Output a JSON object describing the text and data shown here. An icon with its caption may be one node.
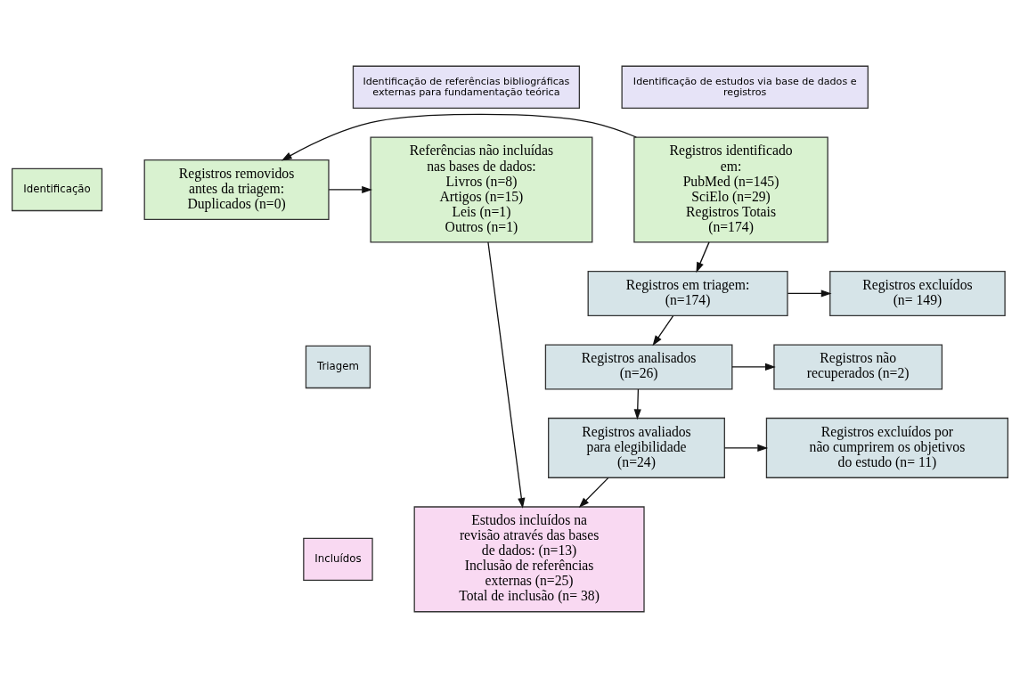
{
  "diagram": {
    "nodes": [
      {
        "text": [
          "Identificação de estudos via base de dados e registros"
        ]
      },
      {
        "text": [
          "Identificação de referências bibliográficas externas para fundamentação teórica"
        ]
      },
      {
        "text": [
          "Identificação"
        ]
      },
      {
        "text": [
          "Triagem"
        ]
      },
      {
        "text": [
          "Incluídos"
        ]
      },
      {
        "text": [
          "Registros identificado em:",
          "PubMed (n=145)",
          "SciElo (n=29)",
          "Registros Totais (n=174)"
        ]
      },
      {
        "text": [
          "Registros removidos antes da triagem:",
          "Duplicados (n=0)"
        ]
      },
      {
        "text": [
          "Referências não incluídas nas bases de dados:",
          "Livros (n=8)",
          "Artigos (n=15)",
          "Leis (n=1)",
          "Outros (n=1)"
        ]
      },
      {
        "text": [
          "Registros em triagem: (n=174)"
        ]
      },
      {
        "text": [
          "Registros excluídos (n= 149)"
        ]
      },
      {
        "text": [
          "Registros analisados (n=26)"
        ]
      },
      {
        "text": [
          "Registros não recuperados (n=2)"
        ]
      },
      {
        "text": [
          "Registros avaliados para elegibilidade (n=24)"
        ]
      },
      {
        "text": [
          "Registros excluídos por não cumprirem os objetivos do estudo (n= 11)"
        ]
      },
      {
        "text": [
          "Estudos incluídos na revisão através das bases de dados: (n=13)",
          "Inclusão de referências externas (n=25)",
          "Total de inclusão (n= 38)"
        ]
      }
    ],
    "edges": [
      {
        "from": 5,
        "to": 6,
        "arrow": "to"
      },
      {
        "from": 6,
        "to": 7,
        "arrow": "to"
      },
      {
        "from": 5,
        "to": 8,
        "arrow": "to"
      },
      {
        "from": 8,
        "to": 9,
        "arrow": "to"
      },
      {
        "from": 8,
        "to": 10,
        "arrow": "to"
      },
      {
        "from": 10,
        "to": 11,
        "arrow": "to"
      },
      {
        "from": 10,
        "to": 12,
        "arrow": "to"
      },
      {
        "from": 12,
        "to": 13,
        "arrow": "to"
      },
      {
        "from": 12,
        "to": 14,
        "arrow": "to"
      },
      {
        "from": 7,
        "to": 14,
        "arrow": "to"
      }
    ]
  }
}
